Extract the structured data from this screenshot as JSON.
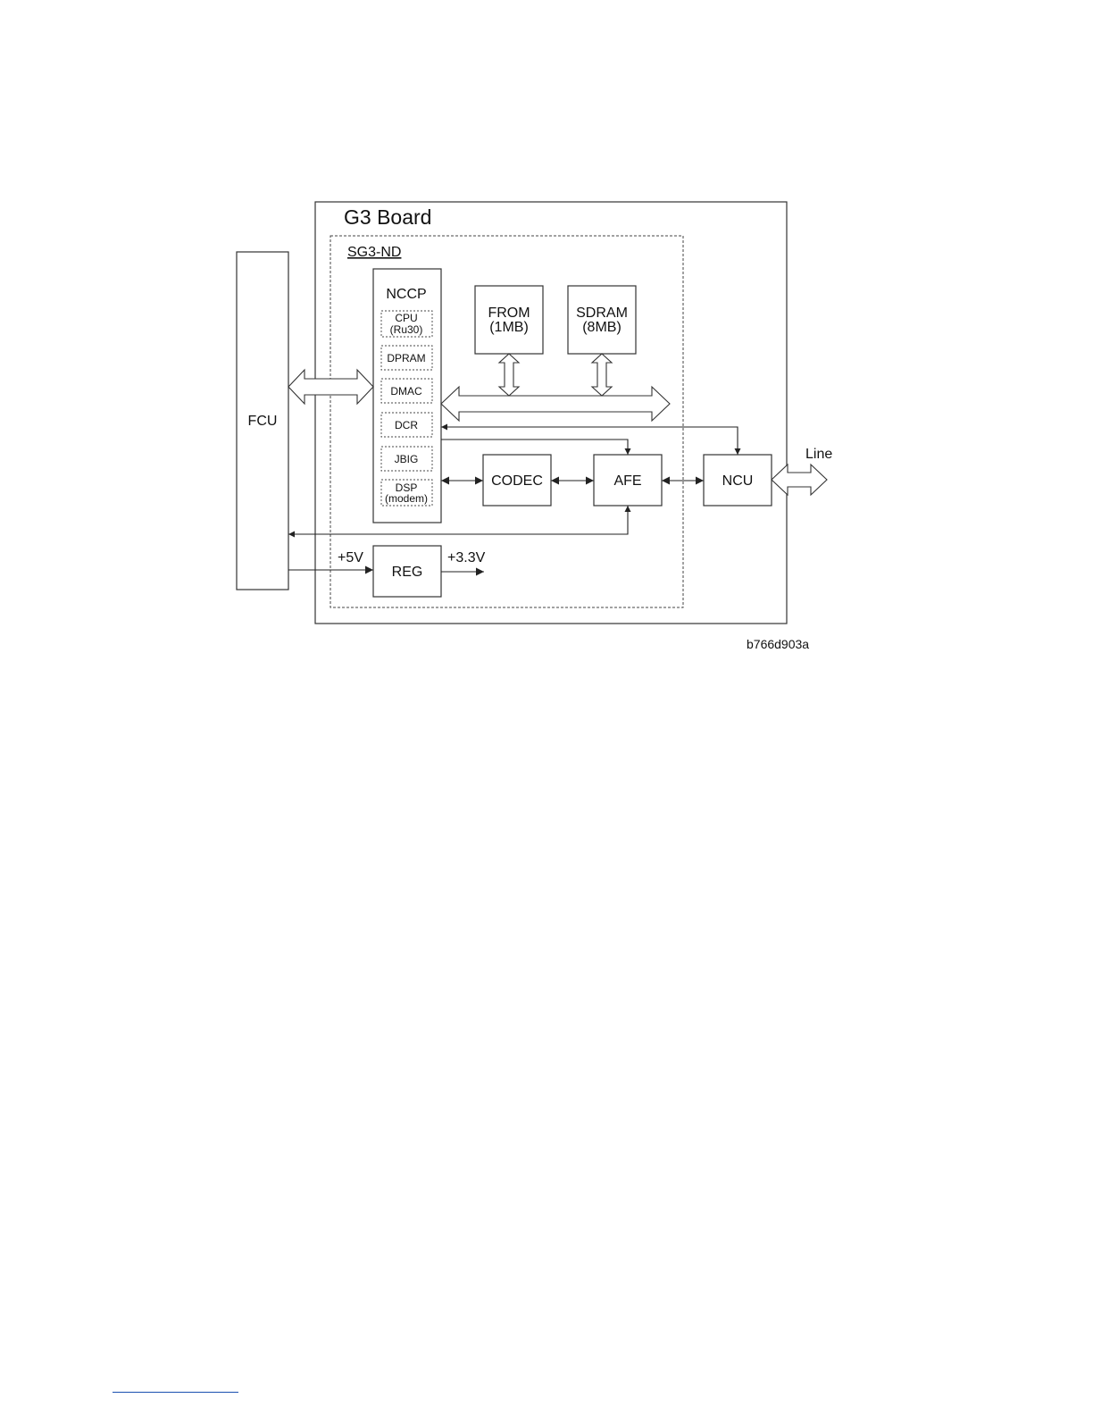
{
  "diagram": {
    "outer_title": "G3 Board",
    "inner_title": "SG3-ND",
    "fcu": "FCU",
    "nccp": {
      "title": "NCCP",
      "cpu": [
        "CPU",
        "(Ru30)"
      ],
      "dpram": "DPRAM",
      "dmac": "DMAC",
      "dcr": "DCR",
      "jbig": "JBIG",
      "dsp": [
        "DSP",
        "(modem)"
      ]
    },
    "from": [
      "FROM",
      "(1MB)"
    ],
    "sdram": [
      "SDRAM",
      "(8MB)"
    ],
    "codec": "CODEC",
    "afe": "AFE",
    "ncu": "NCU",
    "line": "Line",
    "reg": "REG",
    "v_in": "+5V",
    "v_out": "+3.3V",
    "ref": "b766d903a"
  }
}
